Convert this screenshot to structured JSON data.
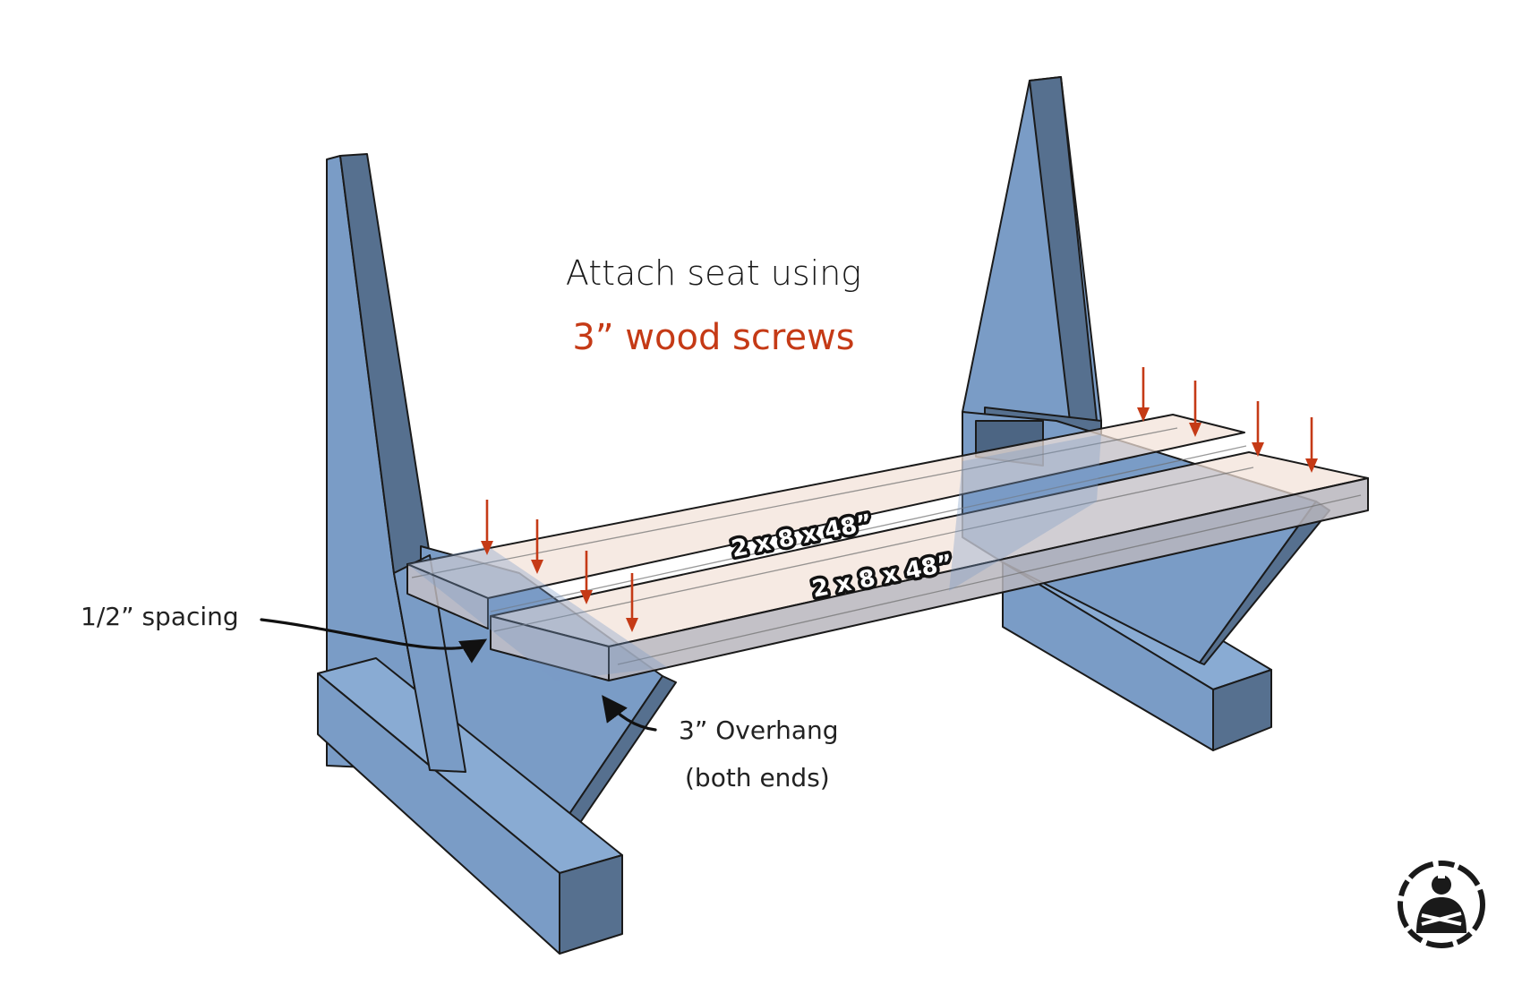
{
  "instruction": {
    "line1": "Attach seat using",
    "line2": "3” wood screws",
    "accent_color": "#c53a16"
  },
  "boards": [
    {
      "label": "2 x 8 x 48”"
    },
    {
      "label": "2 x 8 x 48”"
    }
  ],
  "callouts": {
    "spacing": "1/2” spacing",
    "overhang_line1": "3” Overhang",
    "overhang_line2": "(both ends)"
  },
  "icons": {
    "logo": "woodworker-logo-icon",
    "screw_marker": "arrow-down-icon"
  },
  "colors": {
    "frame_blue": "#7a9cc6",
    "screw_arrow": "#c53a16"
  }
}
